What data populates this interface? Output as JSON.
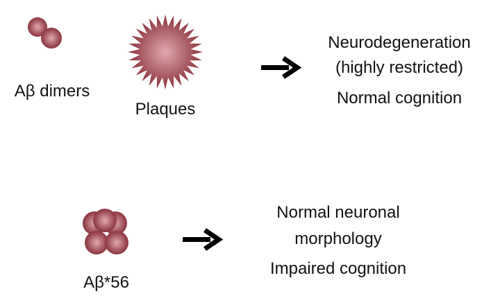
{
  "colors": {
    "sphere": "#8e3a44",
    "sphere_highlight": "#e0a9ae",
    "arrow": "#000000"
  },
  "row1": {
    "dimers_label": "Aβ dimers",
    "plaques_label": "Plaques",
    "outcome": [
      "Neurodegeneration",
      "(highly restricted)",
      "Normal cognition"
    ]
  },
  "row2": {
    "oligomer_label": "Aβ*56",
    "outcome": [
      "Normal neuronal",
      "morphology",
      "Impaired cognition"
    ]
  }
}
